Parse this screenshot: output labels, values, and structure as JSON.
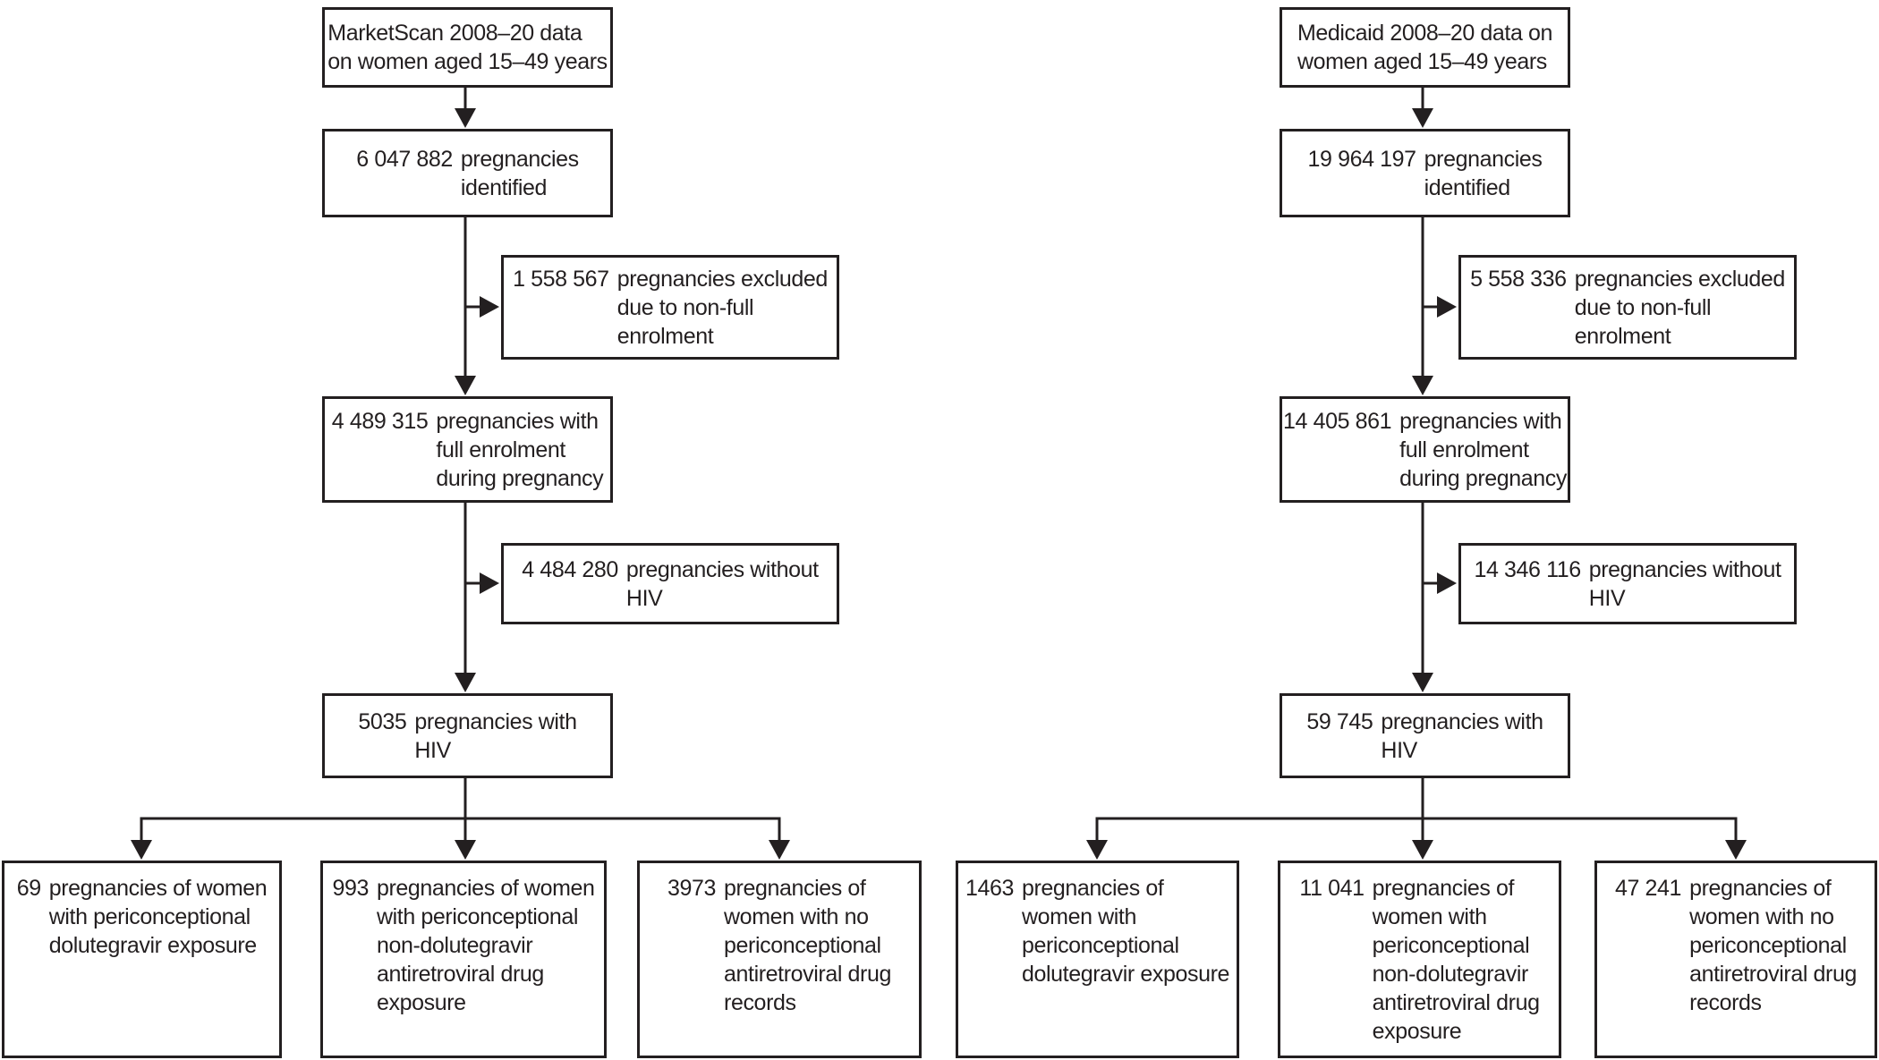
{
  "figure": {
    "type": "study-flow-diagram",
    "line_color": "#231f20",
    "background": "#ffffff"
  },
  "cols": [
    {
      "name": "MarketScan",
      "source": {
        "lines": [
          "MarketScan 2008–20 data",
          "on women aged 15–49 years"
        ]
      },
      "identified": {
        "num": "6 047 882",
        "lines": [
          "pregnancies",
          "identified"
        ]
      },
      "excluded": {
        "num": "1 558 567",
        "lines": [
          "pregnancies excluded",
          "due to non-full",
          "enrolment"
        ]
      },
      "full_enrolment": {
        "num": "4 489 315",
        "lines": [
          "pregnancies with",
          "full enrolment",
          "during pregnancy"
        ]
      },
      "without_hiv": {
        "num": "4 484 280",
        "lines": [
          "pregnancies without",
          "HIV"
        ]
      },
      "with_hiv": {
        "num": "5035",
        "lines": [
          "pregnancies with",
          "HIV"
        ]
      },
      "outcome_dtg": {
        "num": "69",
        "lines": [
          "pregnancies of women",
          "with periconceptional",
          "dolutegravir exposure"
        ]
      },
      "outcome_non_dtg": {
        "num": "993",
        "lines": [
          "pregnancies of women",
          "with periconceptional",
          "non-dolutegravir",
          "antiretroviral drug",
          "exposure"
        ]
      },
      "outcome_no_arv": {
        "num": "3973",
        "lines": [
          "pregnancies of",
          "women with no",
          "periconceptional",
          "antiretroviral drug",
          "records"
        ]
      }
    },
    {
      "name": "Medicaid",
      "source": {
        "lines": [
          "Medicaid 2008–20 data on",
          "women aged 15–49 years"
        ]
      },
      "identified": {
        "num": "19 964 197",
        "lines": [
          "pregnancies",
          "identified"
        ]
      },
      "excluded": {
        "num": "5 558 336",
        "lines": [
          "pregnancies excluded",
          "due to non-full",
          "enrolment"
        ]
      },
      "full_enrolment": {
        "num": "14 405 861",
        "lines": [
          "pregnancies with",
          "full enrolment",
          "during pregnancy"
        ]
      },
      "without_hiv": {
        "num": "14 346 116",
        "lines": [
          "pregnancies without",
          "HIV"
        ]
      },
      "with_hiv": {
        "num": "59 745",
        "lines": [
          "pregnancies with",
          "HIV"
        ]
      },
      "outcome_dtg": {
        "num": "1463",
        "lines": [
          "pregnancies of",
          "women with",
          "periconceptional",
          "dolutegravir exposure"
        ]
      },
      "outcome_non_dtg": {
        "num": "11 041",
        "lines": [
          "pregnancies of",
          "women with",
          "periconceptional",
          "non-dolutegravir",
          "antiretroviral drug",
          "exposure"
        ]
      },
      "outcome_no_arv": {
        "num": "47 241",
        "lines": [
          "pregnancies of",
          "women with no",
          "periconceptional",
          "antiretroviral drug",
          "records"
        ]
      }
    }
  ]
}
